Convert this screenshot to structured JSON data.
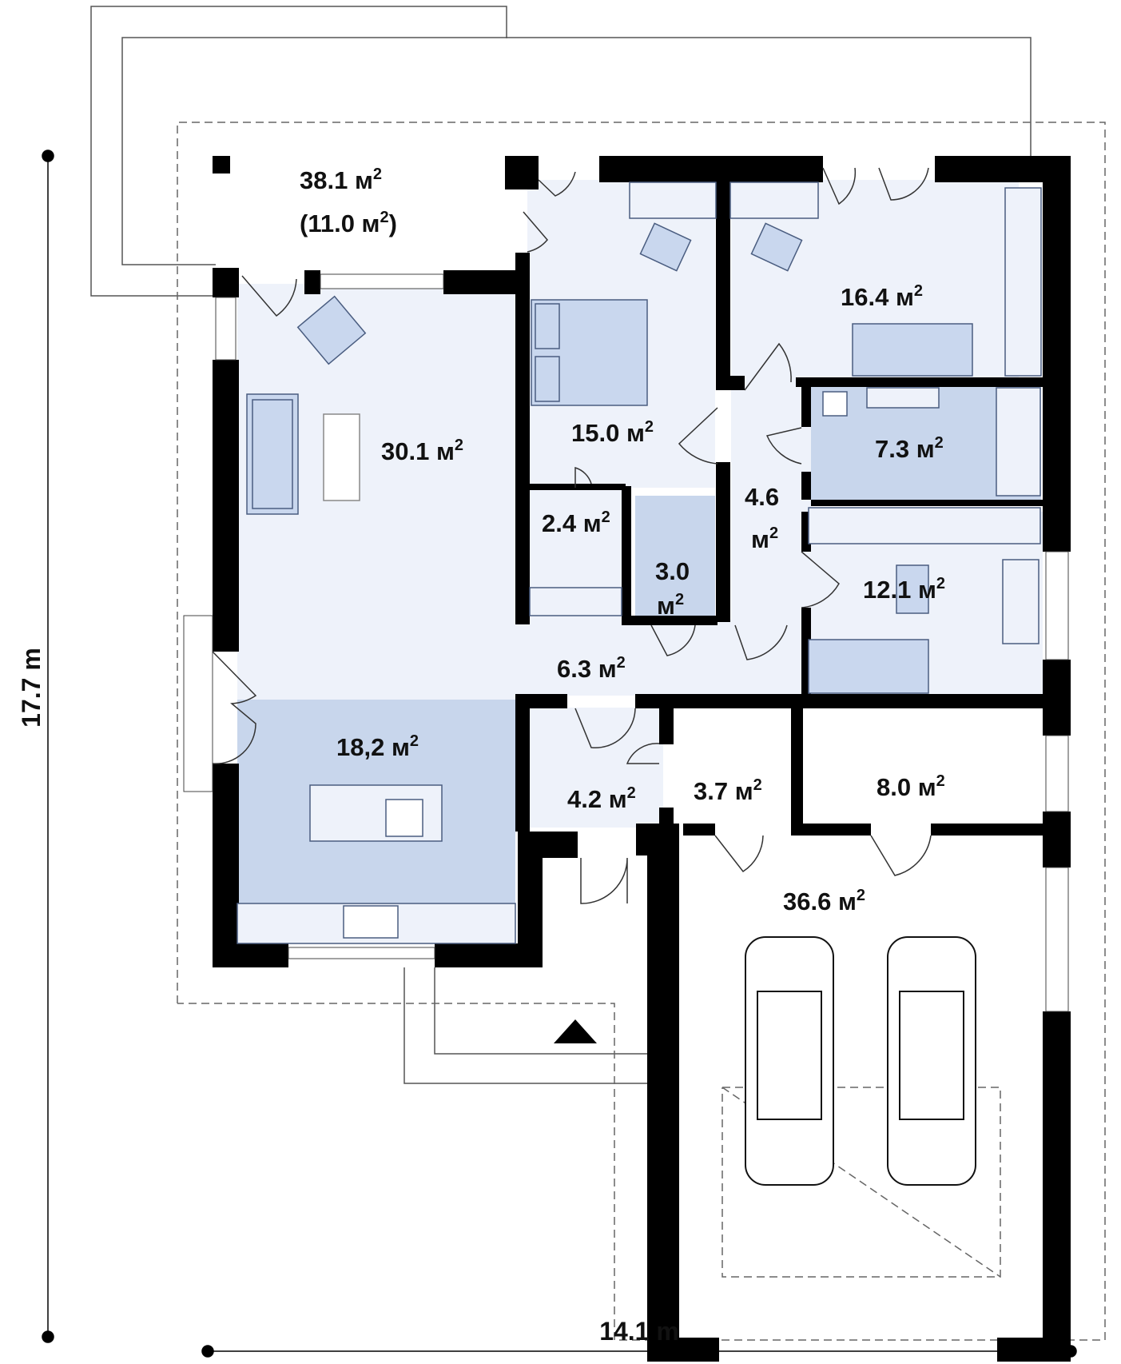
{
  "dimensions": {
    "height": "17.7 m",
    "width": "14.1 m"
  },
  "rooms": [
    {
      "id": "terrace",
      "area": "38.1",
      "unit": "м",
      "sup": "2",
      "secondary": "(11.0 м",
      "secondary_sup": "2",
      "secondary_close": ")"
    },
    {
      "id": "living",
      "area": "30.1",
      "unit": "м",
      "sup": "2"
    },
    {
      "id": "bedroom1",
      "area": "15.0",
      "unit": "м",
      "sup": "2"
    },
    {
      "id": "bedroom2",
      "area": "16.4",
      "unit": "м",
      "sup": "2"
    },
    {
      "id": "bathroom",
      "area": "7.3",
      "unit": "м",
      "sup": "2"
    },
    {
      "id": "hall",
      "area": "4.6",
      "unit": "м",
      "sup": "2"
    },
    {
      "id": "bedroom3",
      "area": "12.1",
      "unit": "м",
      "sup": "2"
    },
    {
      "id": "wardrobe",
      "area": "2.4",
      "unit": "м",
      "sup": "2"
    },
    {
      "id": "wc",
      "area": "3.0",
      "unit": "м",
      "sup": "2"
    },
    {
      "id": "corridor",
      "area": "6.3",
      "unit": "м",
      "sup": "2"
    },
    {
      "id": "kitchen",
      "area": "18,2",
      "unit": "м",
      "sup": "2"
    },
    {
      "id": "entry",
      "area": "4.2",
      "unit": "м",
      "sup": "2"
    },
    {
      "id": "utility",
      "area": "3.7",
      "unit": "м",
      "sup": "2"
    },
    {
      "id": "boiler",
      "area": "8.0",
      "unit": "м",
      "sup": "2"
    },
    {
      "id": "garage",
      "area": "36.6",
      "unit": "м",
      "sup": "2"
    }
  ],
  "colors": {
    "wall": "#000000",
    "floor_light": "#eef2fa",
    "floor_mid": "#dbe4f3",
    "floor_blue": "#c8d6ec",
    "furniture_fill": "#c9d7ee",
    "furniture_stroke": "#4a5d80",
    "line": "#555555"
  },
  "icons": [
    "entrance-triangle-icon",
    "dimension-dot-icon"
  ]
}
